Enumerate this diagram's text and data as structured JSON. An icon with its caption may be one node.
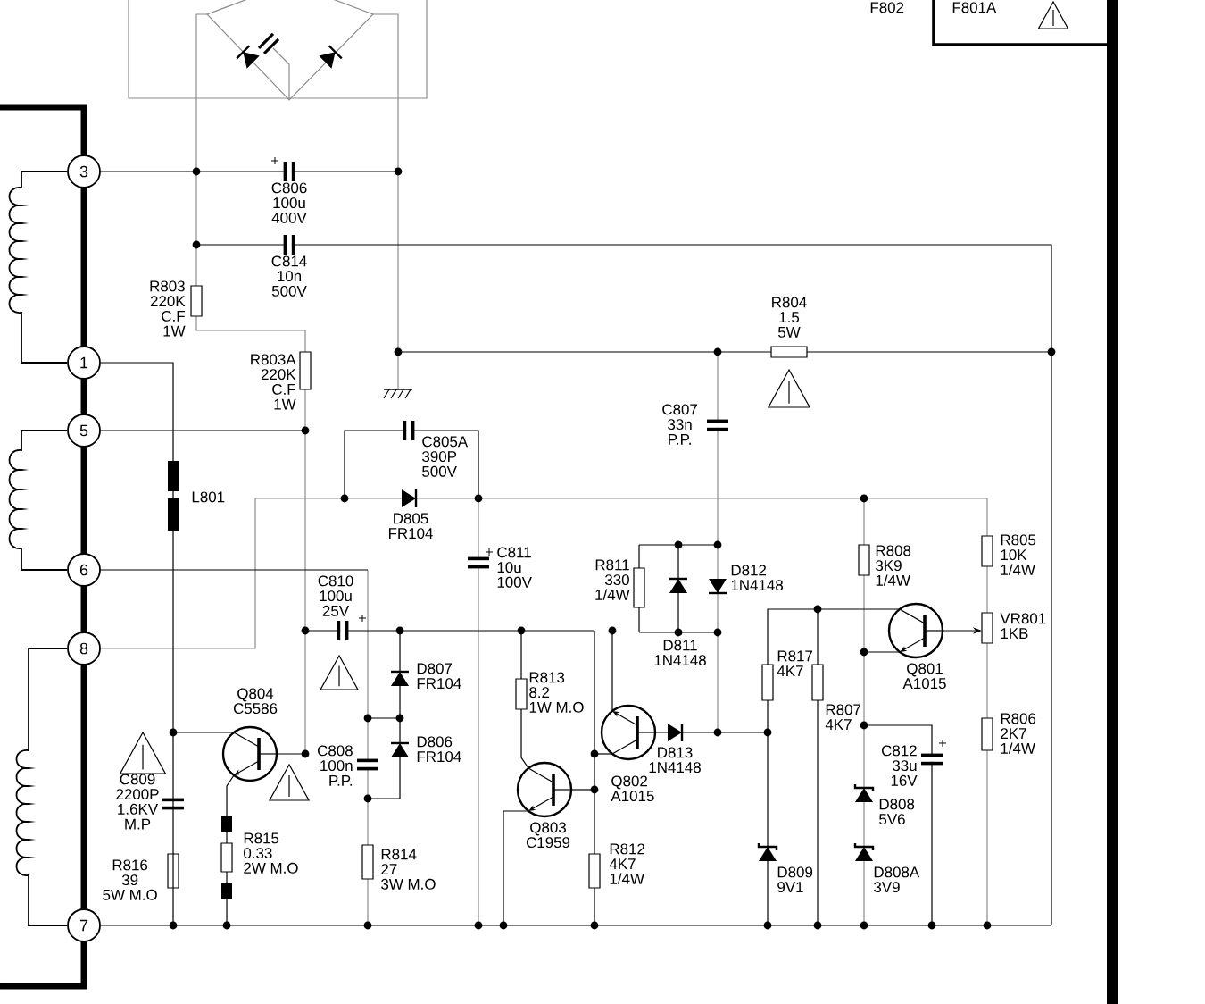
{
  "diagram": {
    "nodes": [
      {
        "text": [
          "3"
        ]
      },
      {
        "text": [
          "1"
        ]
      },
      {
        "text": [
          "5"
        ]
      },
      {
        "text": [
          "6"
        ]
      },
      {
        "text": [
          "8"
        ]
      },
      {
        "text": [
          "7"
        ]
      }
    ],
    "edges": [
      {
        "from": 0,
        "to": 1,
        "arrow": "none"
      },
      {
        "from": 2,
        "to": 3,
        "arrow": "none"
      },
      {
        "from": 4,
        "to": 5,
        "arrow": "none"
      },
      {
        "from": 1,
        "to": 5,
        "arrow": "none"
      }
    ],
    "labels": [
      "F802",
      "F801A",
      "C806 100u 400V",
      "R803 220K C.F 1W",
      "C814 10n 500V",
      "R804 1.5 5W",
      "R803A 220K C.F 1W",
      "C807 33n P.P.",
      "C805A 390P 500V",
      "L801",
      "D805 FR104",
      "C811 10u 100V",
      "R811 330 1/4W",
      "D812 1N4148",
      "R808 3K9 1/4W",
      "R805 10K 1/4W",
      "C810 100u 25V",
      "D811 1N4148",
      "D807 FR104",
      "R813 8.2 1W M.O",
      "Q804 C5586",
      "R817 4K7",
      "Q801 A1015",
      "VR801 1KB",
      "C809 2200P 1.6KV M.P",
      "C808 100n P.P.",
      "D806 FR104",
      "R807 4K7",
      "Q802 A1015",
      "D813 1N4148",
      "R812 4K7 1/4W",
      "C812 33u 16V",
      "R806 2K7 1/4W",
      "Q803 C1959",
      "D808 5V6",
      "R816 39 5W M.O",
      "R815 0.33 2W M.O",
      "R814 27 3W M.O",
      "D809 9V1",
      "D808A 3V9"
    ]
  }
}
